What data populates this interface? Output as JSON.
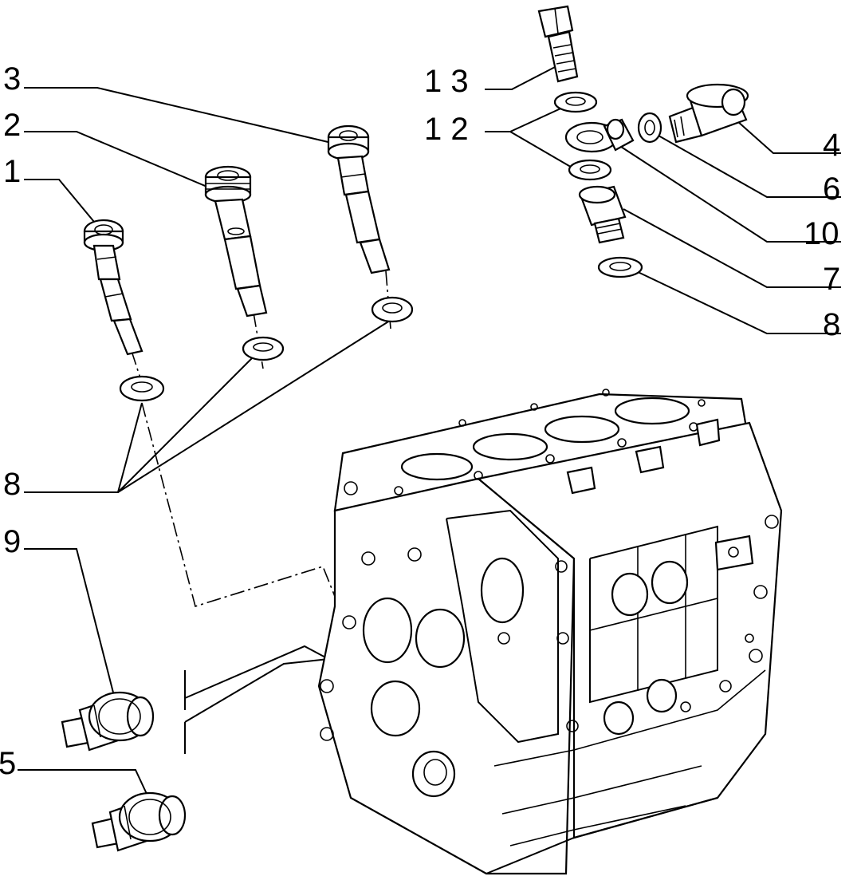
{
  "diagram": {
    "callouts": [
      {
        "id": "c3",
        "text": "3"
      },
      {
        "id": "c2",
        "text": "2"
      },
      {
        "id": "c1",
        "text": "1"
      },
      {
        "id": "c8a",
        "text": "8"
      },
      {
        "id": "c9",
        "text": "9"
      },
      {
        "id": "c5",
        "text": "5"
      },
      {
        "id": "c13",
        "text": "1 3"
      },
      {
        "id": "c12",
        "text": "1 2"
      },
      {
        "id": "c4",
        "text": "4"
      },
      {
        "id": "c6",
        "text": "6"
      },
      {
        "id": "c10",
        "text": "10"
      },
      {
        "id": "c7",
        "text": "7"
      },
      {
        "id": "c8b",
        "text": "8"
      }
    ],
    "colors": {
      "ink": "#000000",
      "paper": "#ffffff"
    }
  }
}
